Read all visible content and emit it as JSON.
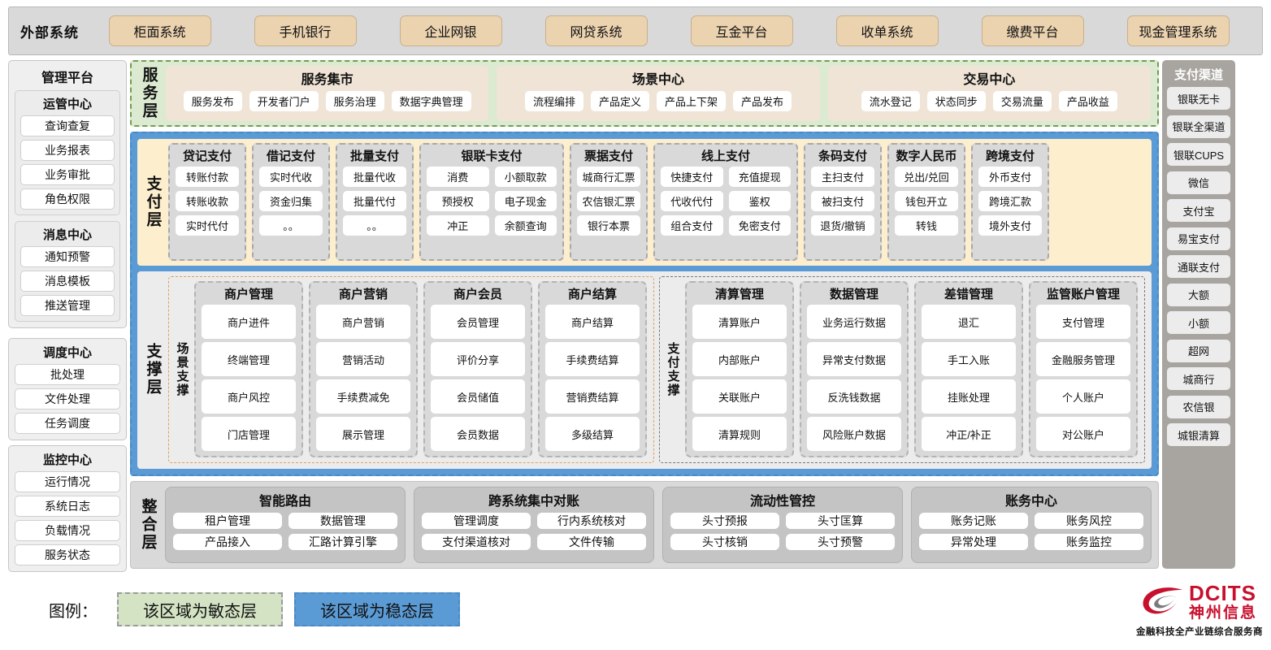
{
  "external": {
    "title": "外部系统",
    "items": [
      "柜面系统",
      "手机银行",
      "企业网银",
      "网贷系统",
      "互金平台",
      "收单系统",
      "缴费平台",
      "现金管理系统"
    ]
  },
  "management": {
    "title": "管理平台",
    "groups": [
      {
        "title": "运管中心",
        "items": [
          "查询查复",
          "业务报表",
          "业务审批",
          "角色权限"
        ]
      },
      {
        "title": "消息中心",
        "items": [
          "通知预警",
          "消息模板",
          "推送管理"
        ]
      }
    ],
    "standalone": [
      {
        "title": "调度中心",
        "items": [
          "批处理",
          "文件处理",
          "任务调度"
        ]
      },
      {
        "title": "监控中心",
        "items": [
          "运行情况",
          "系统日志",
          "负载情况",
          "服务状态"
        ]
      }
    ]
  },
  "channels": {
    "title": "支付渠道",
    "items": [
      "银联无卡",
      "银联全渠道",
      "银联CUPS",
      "微信",
      "支付宝",
      "易宝支付",
      "通联支付",
      "大额",
      "小额",
      "超网",
      "城商行",
      "农信银",
      "城银清算"
    ]
  },
  "service_layer": {
    "label": "服务层",
    "groups": [
      {
        "title": "服务集市",
        "items": [
          "服务发布",
          "开发者门户",
          "服务治理",
          "数据字典管理"
        ]
      },
      {
        "title": "场景中心",
        "items": [
          "流程编排",
          "产品定义",
          "产品上下架",
          "产品发布"
        ]
      },
      {
        "title": "交易中心",
        "items": [
          "流水登记",
          "状态同步",
          "交易流量",
          "产品收益"
        ]
      }
    ]
  },
  "pay_layer": {
    "label": "支付层",
    "columns": [
      {
        "title": "贷记支付",
        "cols": 1,
        "items": [
          "转账付款",
          "转账收款",
          "实时代付"
        ]
      },
      {
        "title": "借记支付",
        "cols": 1,
        "items": [
          "实时代收",
          "资金归集",
          "。。"
        ]
      },
      {
        "title": "批量支付",
        "cols": 1,
        "items": [
          "批量代收",
          "批量代付",
          "。。"
        ]
      },
      {
        "title": "银联卡支付",
        "cols": 2,
        "items": [
          "消费",
          "小额取款",
          "预授权",
          "电子现金",
          "冲正",
          "余额查询"
        ]
      },
      {
        "title": "票据支付",
        "cols": 1,
        "items": [
          "城商行汇票",
          "农信银汇票",
          "银行本票"
        ]
      },
      {
        "title": "线上支付",
        "cols": 2,
        "items": [
          "快捷支付",
          "充值提现",
          "代收代付",
          "鉴权",
          "组合支付",
          "免密支付"
        ]
      },
      {
        "title": "条码支付",
        "cols": 1,
        "items": [
          "主扫支付",
          "被扫支付",
          "退货/撤销"
        ]
      },
      {
        "title": "数字人民币",
        "cols": 1,
        "items": [
          "兑出/兑回",
          "钱包开立",
          "转钱"
        ]
      },
      {
        "title": "跨境支付",
        "cols": 1,
        "items": [
          "外币支付",
          "跨境汇款",
          "境外支付"
        ]
      }
    ]
  },
  "support_layer": {
    "label": "支撑层",
    "scene": {
      "label": "场景支撑",
      "columns": [
        {
          "title": "商户管理",
          "items": [
            "商户进件",
            "终端管理",
            "商户风控",
            "门店管理"
          ]
        },
        {
          "title": "商户营销",
          "items": [
            "商户营销",
            "营销活动",
            "手续费减免",
            "展示管理"
          ]
        },
        {
          "title": "商户会员",
          "items": [
            "会员管理",
            "评价分享",
            "会员储值",
            "会员数据"
          ]
        },
        {
          "title": "商户结算",
          "items": [
            "商户结算",
            "手续费结算",
            "营销费结算",
            "多级结算"
          ]
        }
      ]
    },
    "paysup": {
      "label": "支付支撑",
      "columns": [
        {
          "title": "清算管理",
          "items": [
            "清算账户",
            "内部账户",
            "关联账户",
            "清算规则"
          ]
        },
        {
          "title": "数据管理",
          "items": [
            "业务运行数据",
            "异常支付数据",
            "反洗钱数据",
            "风险账户数据"
          ]
        },
        {
          "title": "差错管理",
          "items": [
            "退汇",
            "手工入账",
            "挂账处理",
            "冲正/补正"
          ]
        },
        {
          "title": "监管账户管理",
          "items": [
            "支付管理",
            "金融服务管理",
            "个人账户",
            "对公账户"
          ]
        }
      ]
    }
  },
  "integration_layer": {
    "label": "整合层",
    "groups": [
      {
        "title": "智能路由",
        "rows": [
          [
            "租户管理",
            "数据管理"
          ],
          [
            "产品接入",
            "汇路计算引擎"
          ]
        ]
      },
      {
        "title": "跨系统集中对账",
        "rows": [
          [
            "管理调度",
            "行内系统核对"
          ],
          [
            "支付渠道核对",
            "文件传输"
          ]
        ]
      },
      {
        "title": "流动性管控",
        "rows": [
          [
            "头寸预报",
            "头寸匡算"
          ],
          [
            "头寸核销",
            "头寸预警"
          ]
        ]
      },
      {
        "title": "账务中心",
        "rows": [
          [
            "账务记账",
            "账务风控"
          ],
          [
            "异常处理",
            "账务监控"
          ]
        ]
      }
    ]
  },
  "legend": {
    "label": "图例：",
    "agile": "该区域为敏态层",
    "stable": "该区域为稳态层",
    "agile_color": "#d3e3c3",
    "stable_color": "#5b9bd5"
  },
  "logo": {
    "en": "DCITS",
    "cn": "神州信息",
    "tagline": "金融科技全产业链综合服务商",
    "color": "#c8102e"
  }
}
